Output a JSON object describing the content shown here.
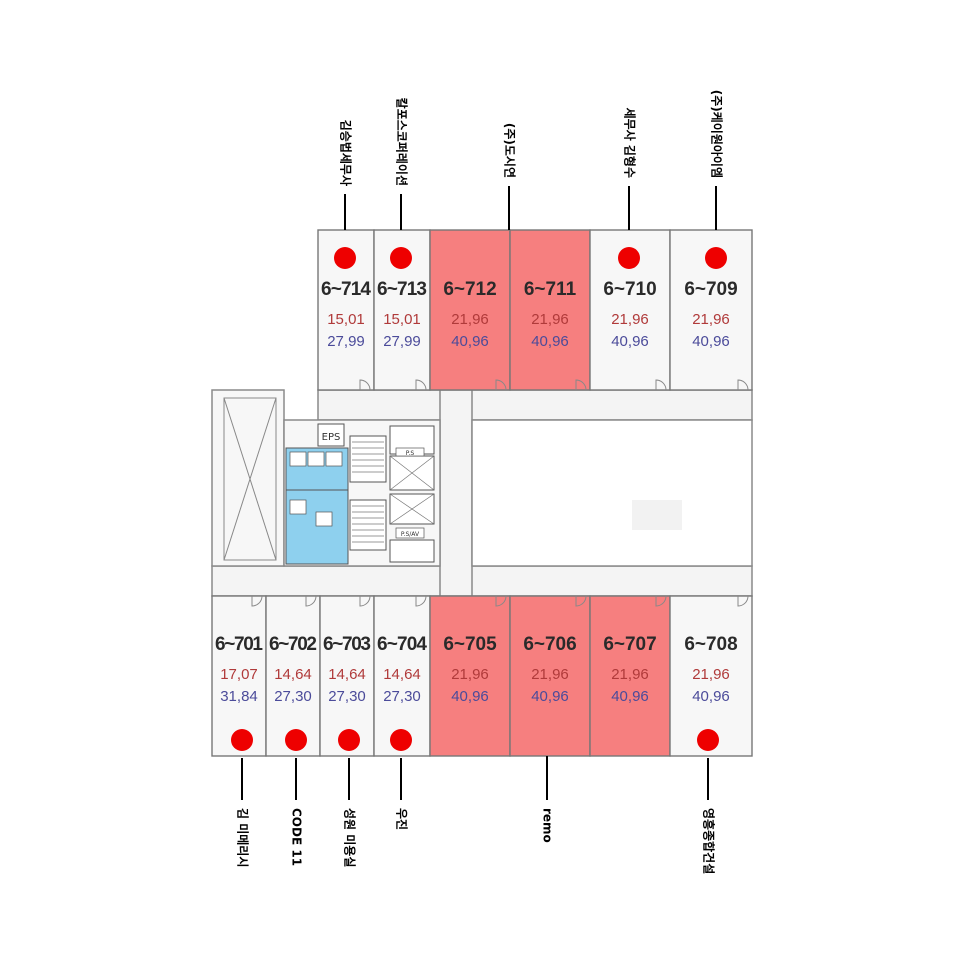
{
  "units": [
    {
      "id": "6~714",
      "area1": "15,01",
      "area2": "27,99",
      "highlight": false,
      "tenant": "김승법세무사"
    },
    {
      "id": "6~713",
      "area1": "15,01",
      "area2": "27,99",
      "highlight": false,
      "tenant": "칼포스코퍼레이션"
    },
    {
      "id": "6~712",
      "area1": "21,96",
      "area2": "40,96",
      "highlight": true,
      "tenant": "(주)도시연"
    },
    {
      "id": "6~711",
      "area1": "21,96",
      "area2": "40,96",
      "highlight": true,
      "tenant": ""
    },
    {
      "id": "6~710",
      "area1": "21,96",
      "area2": "40,96",
      "highlight": false,
      "tenant": "세무사 김형수"
    },
    {
      "id": "6~709",
      "area1": "21,96",
      "area2": "40,96",
      "highlight": false,
      "tenant": "(주)케이원아이엠"
    },
    {
      "id": "6~701",
      "area1": "17,07",
      "area2": "31,84",
      "highlight": false,
      "tenant": "김 미메리시"
    },
    {
      "id": "6~702",
      "area1": "14,64",
      "area2": "27,30",
      "highlight": false,
      "tenant": "CODE 11"
    },
    {
      "id": "6~703",
      "area1": "14,64",
      "area2": "27,30",
      "highlight": false,
      "tenant": "성원 미용실"
    },
    {
      "id": "6~704",
      "area1": "14,64",
      "area2": "27,30",
      "highlight": false,
      "tenant": "우진"
    },
    {
      "id": "6~705",
      "area1": "21,96",
      "area2": "40,96",
      "highlight": true,
      "tenant": ""
    },
    {
      "id": "6~706",
      "area1": "21,96",
      "area2": "40,96",
      "highlight": true,
      "tenant": "remo"
    },
    {
      "id": "6~707",
      "area1": "21,96",
      "area2": "40,96",
      "highlight": true,
      "tenant": ""
    },
    {
      "id": "6~708",
      "area1": "21,96",
      "area2": "40,96",
      "highlight": false,
      "tenant": "영흥종합건설"
    }
  ],
  "core": {
    "eps_label": "EPS",
    "ps_label": "P.S",
    "psnv_label": "P.S/AV"
  },
  "colors": {
    "highlight": "#f67f7f",
    "dot": "#ee0000",
    "toilet": "#8ed0ee"
  }
}
